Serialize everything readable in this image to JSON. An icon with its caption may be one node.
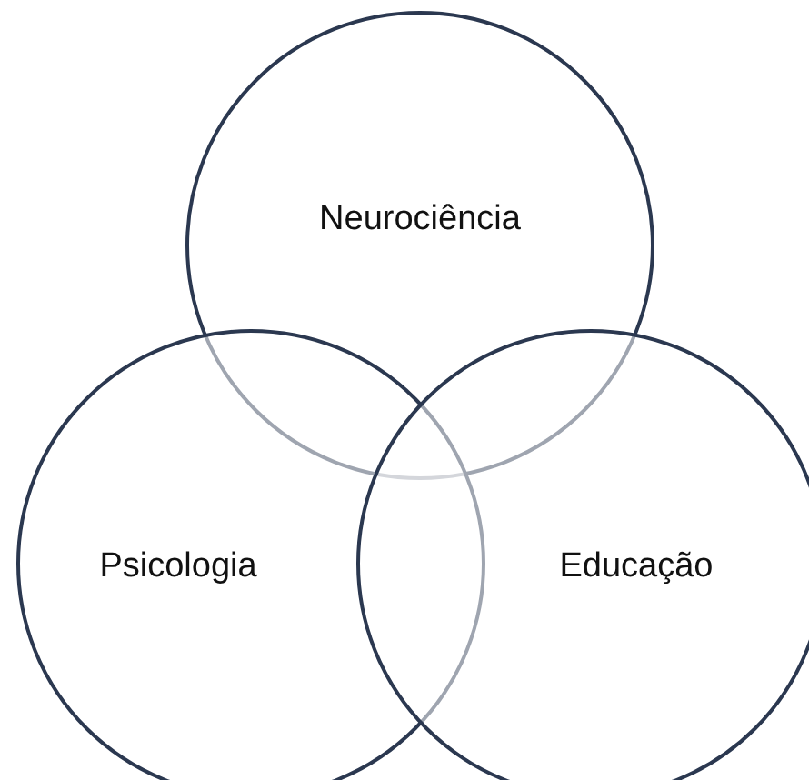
{
  "diagram": {
    "nodes": [
      {
        "text": [
          "Neurociência"
        ]
      },
      {
        "text": [
          "Psicologia"
        ]
      },
      {
        "text": [
          "Educação"
        ]
      }
    ]
  }
}
